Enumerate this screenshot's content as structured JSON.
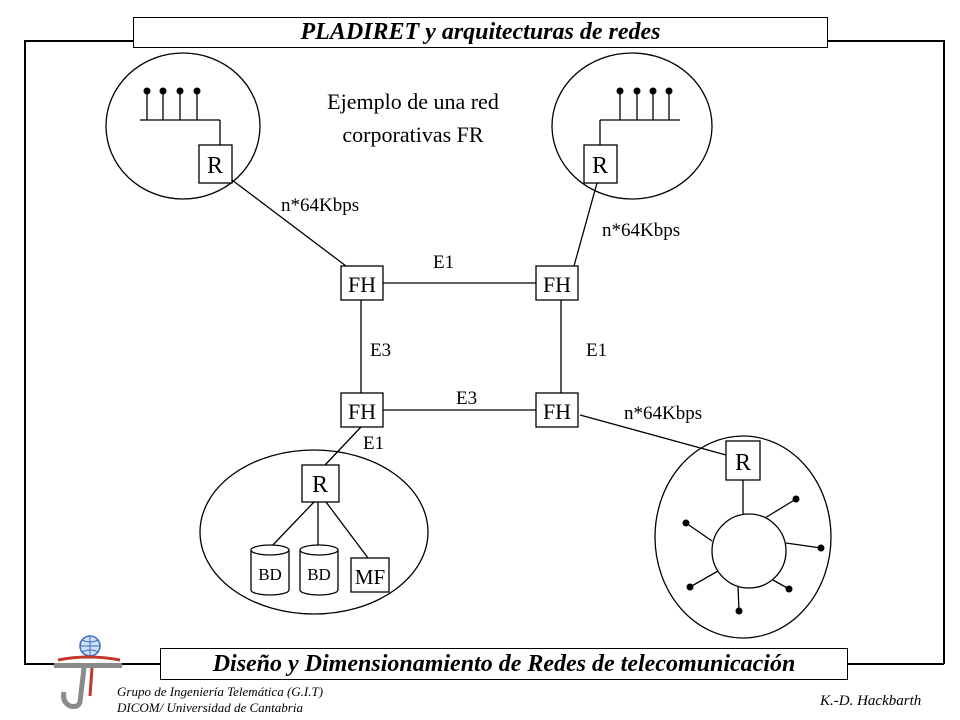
{
  "header": {
    "title": "PLADIRET y arquitecturas de redes"
  },
  "footer": {
    "title": "Diseño y Dimensionamiento de Redes de telecomunicación",
    "group_line1": "Grupo de Ingeniería Telemática (G.I.T)",
    "group_line2": "DICOM/ Universidad de Cantabria",
    "author": "K.-D. Hackbarth"
  },
  "diagram": {
    "caption_line1": "Ejemplo de una red",
    "caption_line2": "corporativas FR",
    "router_label": "R",
    "fh_label": "FH",
    "link_tl": "n*64Kbps",
    "link_tr": "n*64Kbps",
    "link_br": "n*64Kbps",
    "link_top": "E1",
    "link_left": "E3",
    "link_right": "E1",
    "link_bottom": "E3",
    "link_bl": "E1",
    "db1": "BD",
    "db2": "BD",
    "mf": "MF"
  },
  "colors": {
    "line": "#000000",
    "background": "#ffffff",
    "logo_blue": "#3a6fc4",
    "logo_red": "#c0392b"
  }
}
